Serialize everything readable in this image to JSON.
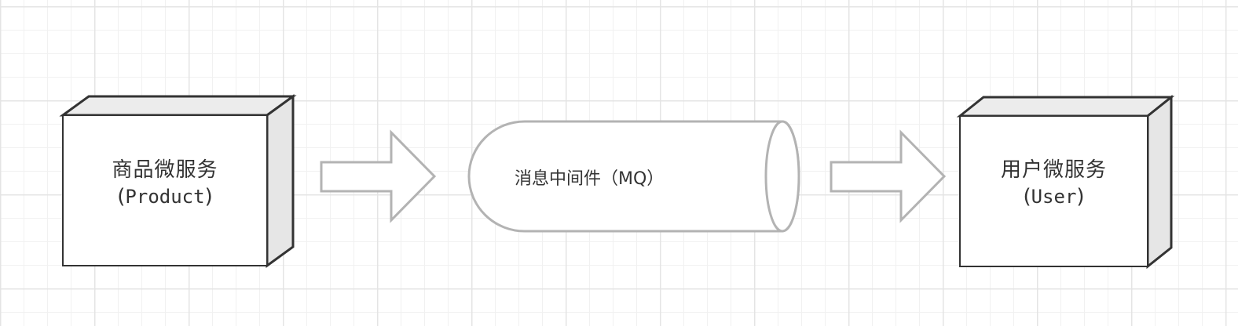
{
  "diagram": {
    "product_service": {
      "name": "商品微服务",
      "open_paren": "(",
      "code": "Product",
      "close_paren": ")"
    },
    "message_queue": {
      "name": "消息中间件（MQ）"
    },
    "user_service": {
      "name": "用户微服务",
      "open_paren": "(",
      "code": "User",
      "close_paren": ")"
    },
    "colors": {
      "box_stroke": "#333333",
      "box_side_fill": "#e6e6e6",
      "shape_stroke": "#b3b3b3",
      "text": "#333333",
      "grid_major": "#e4e4e4",
      "grid_minor": "#f1f1f1"
    }
  }
}
